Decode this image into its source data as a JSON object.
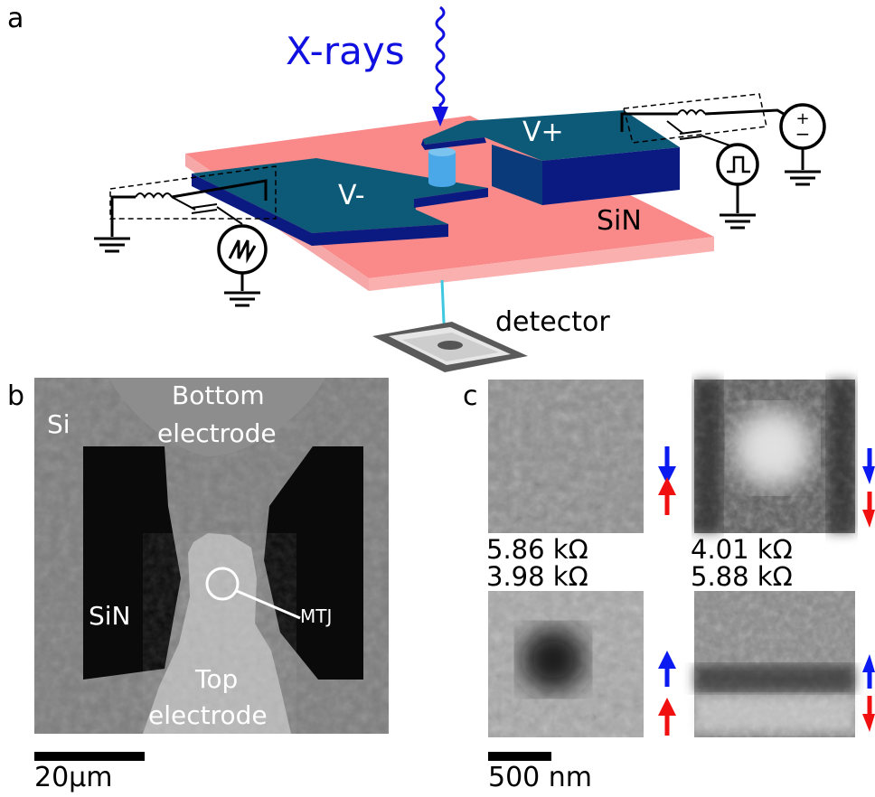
{
  "panels": {
    "a": {
      "letter": "a",
      "xray_label": "X-rays",
      "vplus": "V+",
      "vminus": "V-",
      "substrate": "SiN",
      "detector": "detector"
    },
    "b": {
      "letter": "b",
      "si": "Si",
      "bottom_electrode_1": "Bottom",
      "bottom_electrode_2": "electrode",
      "sin": "SiN",
      "top_electrode_1": "Top",
      "top_electrode_2": "electrode",
      "mtj": "MTJ",
      "scale_label": "20μm"
    },
    "c": {
      "letter": "c",
      "images": [
        {
          "resistance": "5.86 kΩ",
          "top_arrow": "down",
          "bottom_arrow": "up"
        },
        {
          "resistance": "4.01 kΩ",
          "top_arrow": "down",
          "bottom_arrow": "down"
        },
        {
          "resistance": "3.98 kΩ",
          "top_arrow": "up",
          "bottom_arrow": "up"
        },
        {
          "resistance": "5.88 kΩ",
          "top_arrow": "up",
          "bottom_arrow": "down"
        }
      ],
      "scale_label": "500 nm"
    }
  },
  "colors": {
    "xray": "#1010e0",
    "electrode_top": "#0c5a78",
    "electrode_side": "#0a1a80",
    "substrate": "#fa8a8a",
    "pillar": "#4aa8e8",
    "beam": "#40c8e0",
    "arrow_blue": "#0a1af0",
    "arrow_red": "#f01010"
  }
}
